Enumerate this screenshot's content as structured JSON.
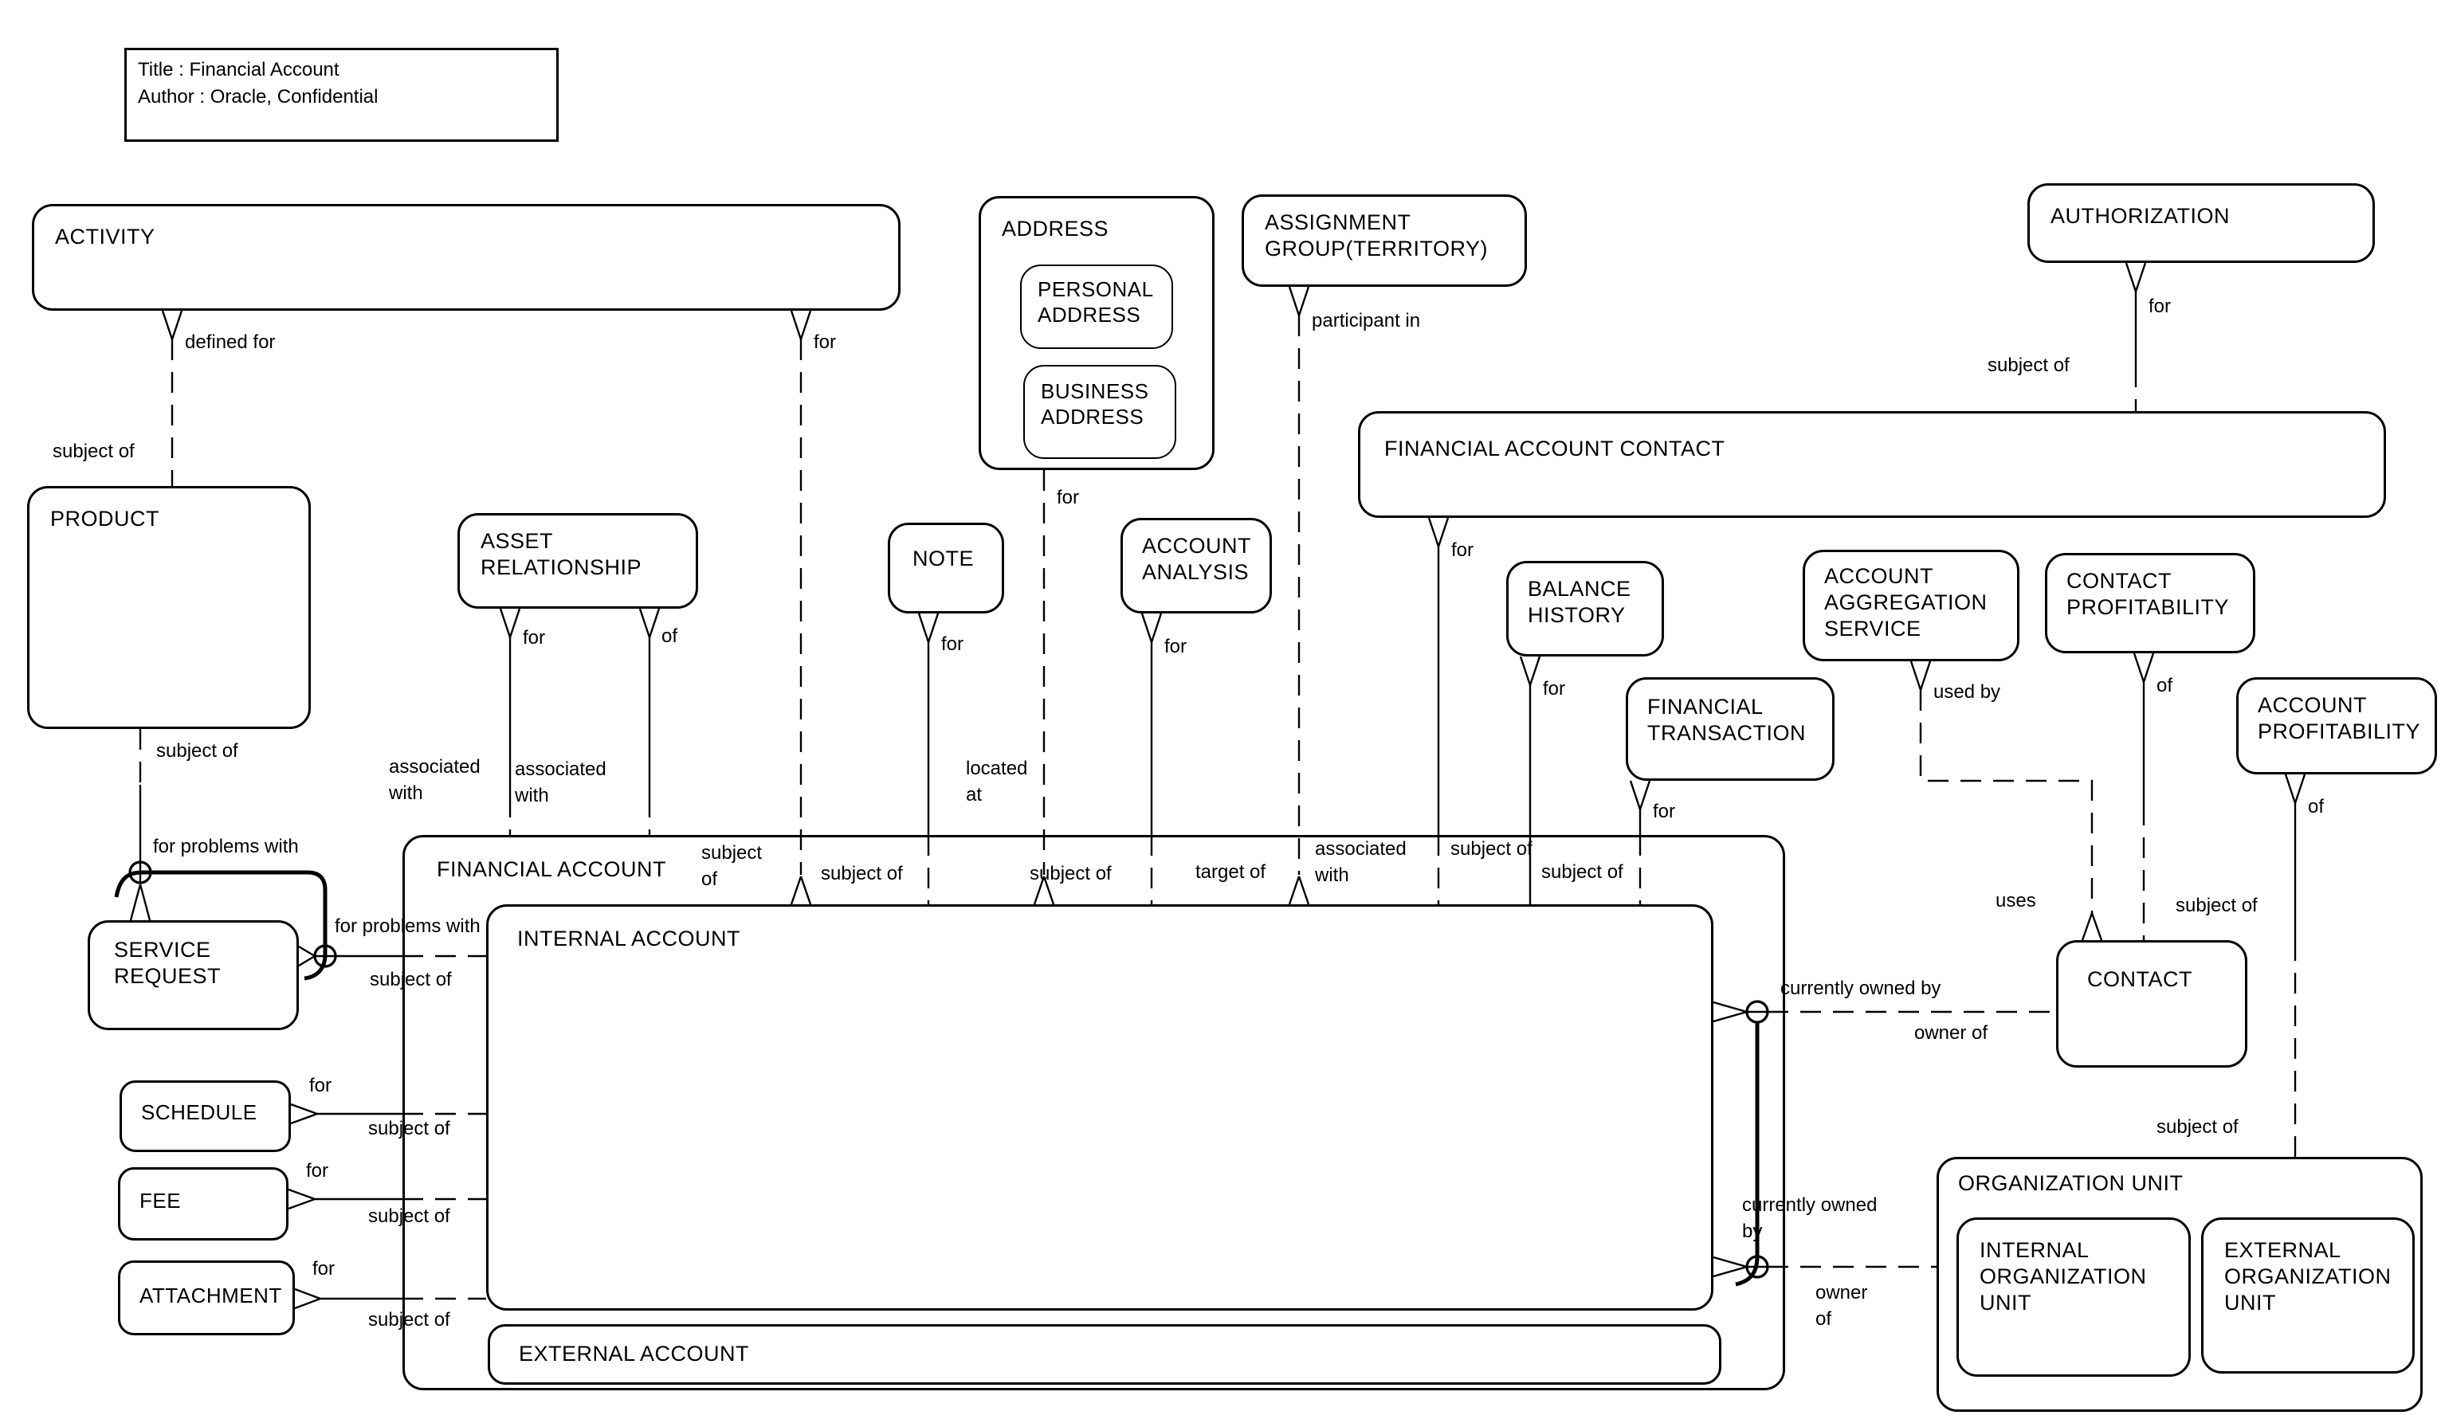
{
  "doc_box": {
    "title_line": "Title : Financial Account",
    "author_line": "Author : Oracle, Confidential"
  },
  "entities": {
    "activity": "ACTIVITY",
    "product": "PRODUCT",
    "address": "ADDRESS",
    "personal_address": "PERSONAL ADDRESS",
    "business_address": "BUSINESS ADDRESS",
    "assignment_group": "ASSIGNMENT GROUP(TERRITORY)",
    "authorization": "AUTHORIZATION",
    "financial_account_contact": "FINANCIAL ACCOUNT CONTACT",
    "asset_relationship": "ASSET RELATIONSHIP",
    "note": "NOTE",
    "account_analysis": "ACCOUNT ANALYSIS",
    "balance_history": "BALANCE HISTORY",
    "financial_transaction": "FINANCIAL TRANSACTION",
    "account_aggregation_service": "ACCOUNT AGGREGATION SERVICE",
    "contact_profitability": "CONTACT PROFITABILITY",
    "account_profitability": "ACCOUNT PROFITABILITY",
    "service_request": "SERVICE REQUEST",
    "schedule": "SCHEDULE",
    "fee": "FEE",
    "attachment": "ATTACHMENT",
    "financial_account": "FINANCIAL ACCOUNT",
    "internal_account": "INTERNAL ACCOUNT",
    "external_account": "EXTERNAL ACCOUNT",
    "contact": "CONTACT",
    "organization_unit": "ORGANIZATION UNIT",
    "internal_organization_unit": "INTERNAL ORGANIZATION UNIT",
    "external_organization_unit": "EXTERNAL ORGANIZATION UNIT"
  },
  "rel_labels": {
    "defined_for": "defined for",
    "for": "for",
    "of": "of",
    "subject": "subject",
    "subject_of": "subject of",
    "participant_in": "participant in",
    "located": "located",
    "at": "at",
    "associated": "associated",
    "with": "with",
    "target_of": "target of",
    "for_problems_with": "for problems with",
    "used_by": "used by",
    "uses": "uses",
    "currently_owned_by": "currently owned by",
    "currently_owned": "currently owned",
    "by": "by",
    "owner_of": "owner of",
    "owner": "owner"
  },
  "colors": {
    "line": "#000000",
    "background": "#ffffff"
  }
}
